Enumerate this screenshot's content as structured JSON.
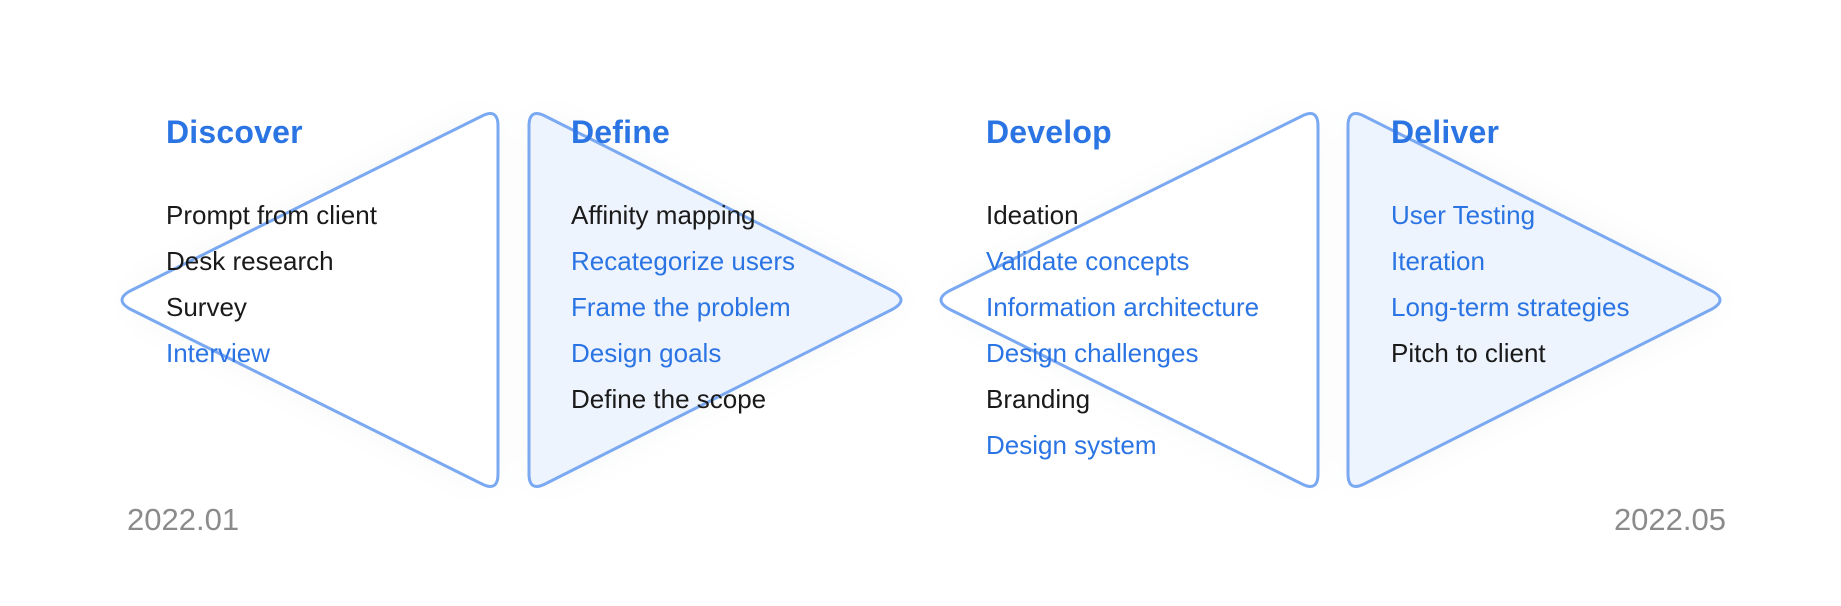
{
  "phases": [
    {
      "title": "Discover",
      "items": [
        {
          "text": "Prompt from client",
          "highlight": false
        },
        {
          "text": "Desk research",
          "highlight": false
        },
        {
          "text": "Survey",
          "highlight": false
        },
        {
          "text": "Interview",
          "highlight": true
        }
      ]
    },
    {
      "title": "Define",
      "items": [
        {
          "text": "Affinity mapping",
          "highlight": false
        },
        {
          "text": "Recategorize users",
          "highlight": true
        },
        {
          "text": "Frame the problem",
          "highlight": true
        },
        {
          "text": "Design goals",
          "highlight": true
        },
        {
          "text": "Define the scope",
          "highlight": false
        }
      ]
    },
    {
      "title": "Develop",
      "items": [
        {
          "text": "Ideation",
          "highlight": false
        },
        {
          "text": "Validate concepts",
          "highlight": true
        },
        {
          "text": "Information architecture",
          "highlight": true
        },
        {
          "text": "Design challenges",
          "highlight": true
        },
        {
          "text": "Branding",
          "highlight": false
        },
        {
          "text": "Design system",
          "highlight": true
        }
      ]
    },
    {
      "title": "Deliver",
      "items": [
        {
          "text": "User Testing",
          "highlight": true
        },
        {
          "text": "Iteration",
          "highlight": true
        },
        {
          "text": "Long-term strategies",
          "highlight": true
        },
        {
          "text": "Pitch to client",
          "highlight": false
        }
      ]
    }
  ],
  "dates": {
    "start": "2022.01",
    "end": "2022.05"
  },
  "colors": {
    "accent": "#2b74e3",
    "outline": "#7aa9f2",
    "fill_light": "#eef4fd",
    "text": "#1a1a1a",
    "date": "#8b8b8b"
  }
}
